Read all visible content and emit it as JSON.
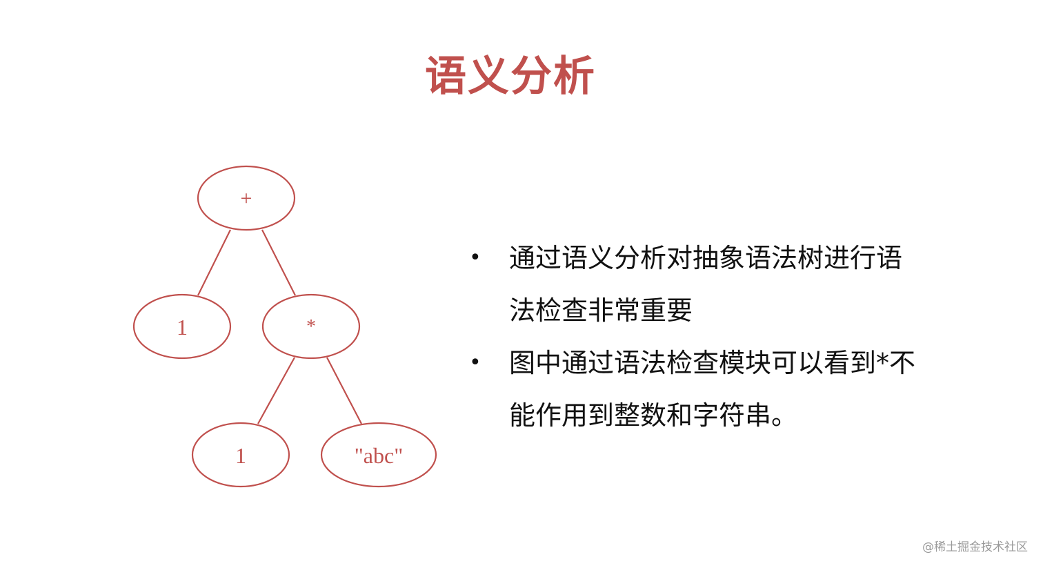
{
  "slide": {
    "title": "语义分析",
    "title_color": "#c0504d",
    "tree": {
      "stroke_color": "#c0504d",
      "nodes": [
        {
          "id": "root",
          "label": "+"
        },
        {
          "id": "left-1",
          "label": "1"
        },
        {
          "id": "mul",
          "label": "*"
        },
        {
          "id": "left-2",
          "label": "1"
        },
        {
          "id": "str",
          "label": "\"abc\""
        }
      ]
    },
    "bullets": [
      {
        "text": "通过语义分析对抽象语法树进行语法检查非常重要"
      },
      {
        "text": "图中通过语法检查模块可以看到*不能作用到整数和字符串。"
      }
    ],
    "bullet_glyph": "•"
  },
  "watermark": "@稀土掘金技术社区"
}
